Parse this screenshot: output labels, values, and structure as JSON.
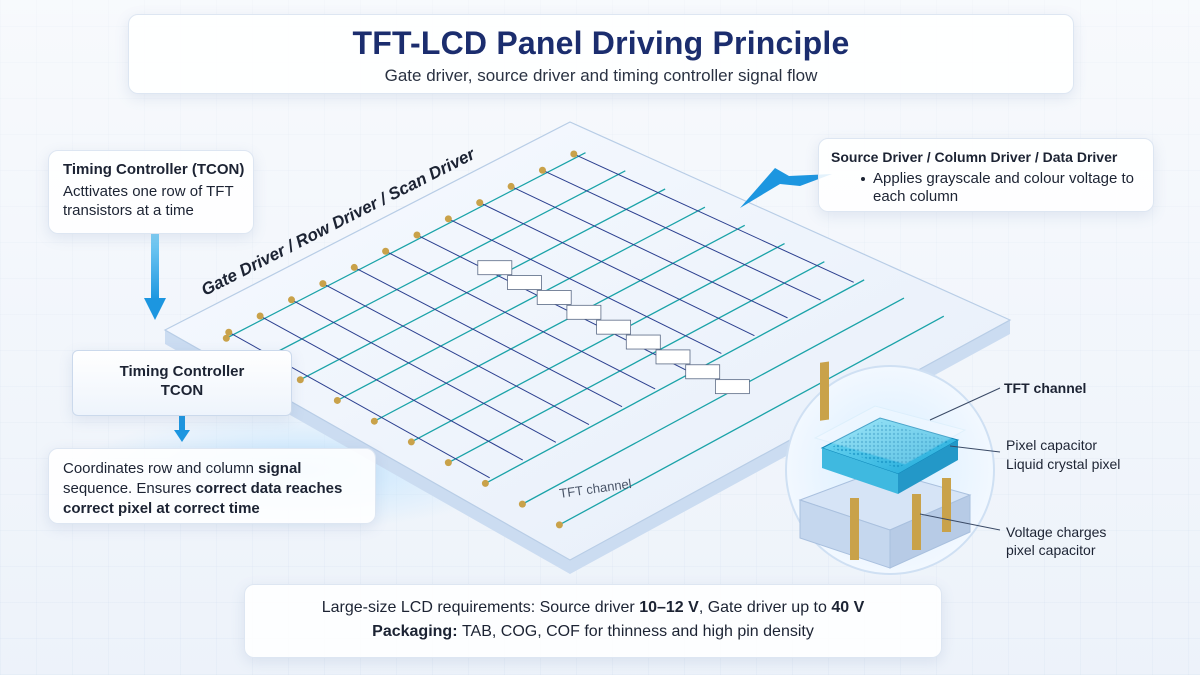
{
  "title": "TFT-LCD Panel Driving Principle",
  "subtitle": "Gate driver, source driver and timing controller signal flow",
  "tcon_note": {
    "heading": "Timing Controller (TCON)",
    "body": "Acttivates one row of TFT transistors at a time"
  },
  "gate_driver_label": "Gate Driver / Row Driver / Scan Driver",
  "tcon_box": {
    "line1": "Timing Controller",
    "line2": "TCON"
  },
  "coordinates": {
    "part1": "Coordinates row and column ",
    "part2": "signal",
    "part3": " sequence. Ensures ",
    "part4": "correct data reaches correct pixel at correct time"
  },
  "source_driver": {
    "heading": "Source Driver / Column Driver / Data Driver",
    "body": "Applies grayscale and colour voltage to each column"
  },
  "tft_channel_panel": "TFT channel",
  "pixel_labels": {
    "tft_channel": "TFT channel",
    "pixel_capacitor": "Pixel capacitor",
    "liquid_crystal": "Liquid crystal pixel",
    "voltage_line1": "Voltage charges",
    "voltage_line2": "pixel capacitor"
  },
  "requirements": {
    "prefix": "Large-size LCD requirements: Source driver ",
    "source_v": "10–12 V",
    "middle": ", Gate driver up to ",
    "gate_v": "40 V",
    "pack_prefix": "Packaging: ",
    "pack_items": "TAB, COG, COF",
    "pack_suffix": " for thinness and high pin density"
  },
  "colors": {
    "title": "#1b2d6e",
    "accent_blue": "#2ea0e6",
    "data_line": "#1aa3a8",
    "gate_line": "#2b3f8f",
    "gold": "#c9a24a"
  }
}
